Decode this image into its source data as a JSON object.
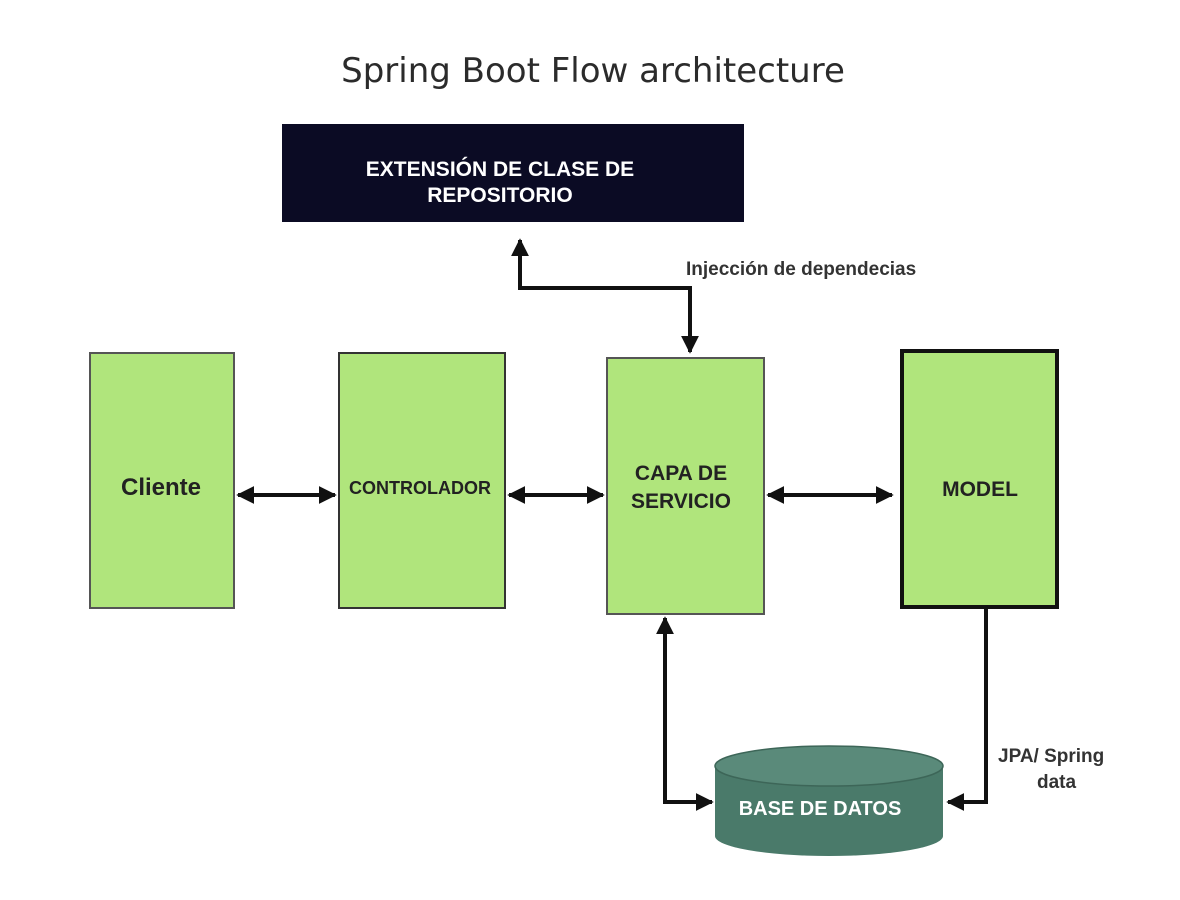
{
  "title": "Spring Boot Flow architecture",
  "repository": {
    "line1": "EXTENSIÓN DE CLASE DE",
    "line2": "REPOSITORIO"
  },
  "annotations": {
    "dependency_injection": "Injección de dependecias",
    "jpa_line1": "JPA/ Spring",
    "jpa_line2": "data"
  },
  "boxes": {
    "client": "Cliente",
    "controller": "CONTROLADOR",
    "service_line1": "CAPA DE",
    "service_line2": "SERVICIO",
    "model": "MODEL"
  },
  "database": "BASE DE DATOS",
  "colors": {
    "box_fill": "#b0e57c",
    "repository_fill": "#0b0b24",
    "database_fill": "#4a7a6a",
    "arrow": "#111111"
  }
}
